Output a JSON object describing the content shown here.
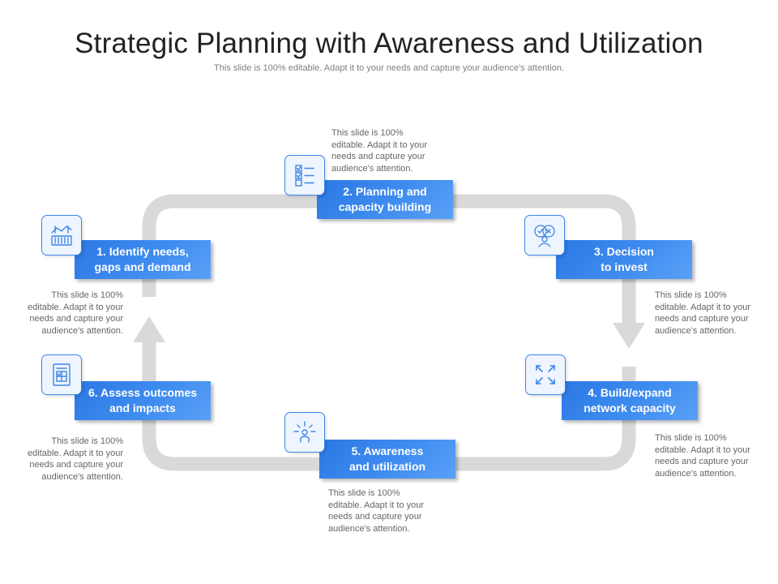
{
  "header": {
    "title": "Strategic Planning with Awareness and Utilization",
    "subtitle": "This slide is 100% editable. Adapt it to your needs and capture your audience's attention."
  },
  "steps": [
    {
      "lines": [
        "1. Identify needs,",
        "gaps and demand"
      ],
      "icon": "budget-chart-icon",
      "desc": [
        "This slide is 100%",
        "editable. Adapt it to your",
        "needs and capture your",
        "audience's attention."
      ]
    },
    {
      "lines": [
        "2. Planning and",
        "capacity building"
      ],
      "icon": "checklist-icon",
      "desc": [
        "This slide is 100%",
        "editable. Adapt it to your",
        "needs and capture your",
        "audience's attention."
      ]
    },
    {
      "lines": [
        "3. Decision",
        "to invest"
      ],
      "icon": "decision-person-icon",
      "desc": [
        "This slide is 100%",
        "editable. Adapt it to your",
        "needs and capture your",
        "audience's attention."
      ]
    },
    {
      "lines": [
        "4. Build/expand",
        "network capacity"
      ],
      "icon": "expand-arrows-icon",
      "desc": [
        "This slide is 100%",
        "editable. Adapt it to your",
        "needs and capture your",
        "audience's attention."
      ]
    },
    {
      "lines": [
        "5. Awareness",
        "and utilization"
      ],
      "icon": "idea-person-icon",
      "desc": [
        "This slide is 100%",
        "editable. Adapt it to your",
        "needs and capture your",
        "audience's attention."
      ]
    },
    {
      "lines": [
        "6. Assess outcomes",
        "and impacts"
      ],
      "icon": "assessment-document-icon",
      "desc": [
        "This slide is 100%",
        "editable. Adapt it to your",
        "needs and capture your",
        "audience's attention."
      ]
    }
  ],
  "colors": {
    "accent": "#3a86ee",
    "flow_arrow": "#d9d9d9",
    "icon_stroke": "#3d86e6",
    "text_muted": "#666666"
  }
}
